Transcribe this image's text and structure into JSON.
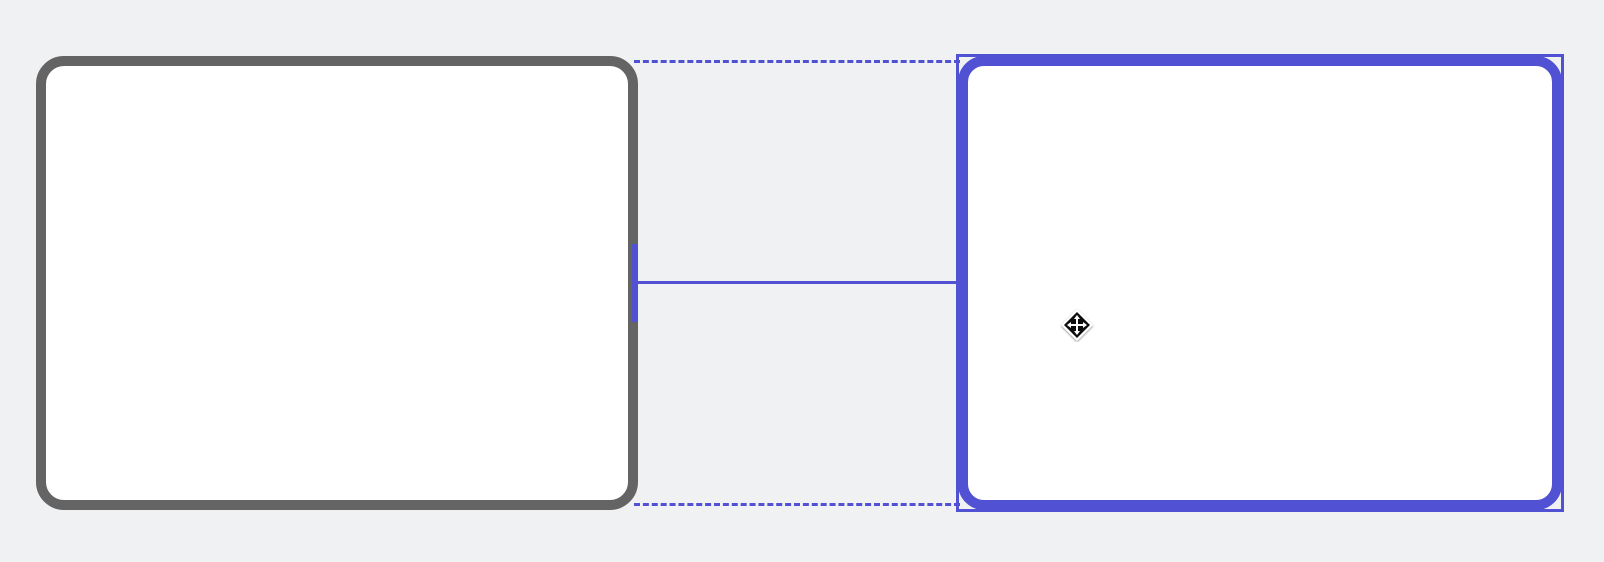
{
  "canvas": {
    "background": "#f0f1f3"
  },
  "shapes": [
    {
      "id": "left-box",
      "border_color": "#646464",
      "fill": "#ffffff",
      "selected": false
    },
    {
      "id": "right-box",
      "border_color": "#5151d4",
      "fill": "#ffffff",
      "selected": true
    }
  ],
  "connector": {
    "color": "#5151d4",
    "style": "solid"
  },
  "guides": {
    "color": "#5151d4",
    "style": "dashed"
  },
  "cursor": {
    "icon": "move-cursor-icon"
  }
}
